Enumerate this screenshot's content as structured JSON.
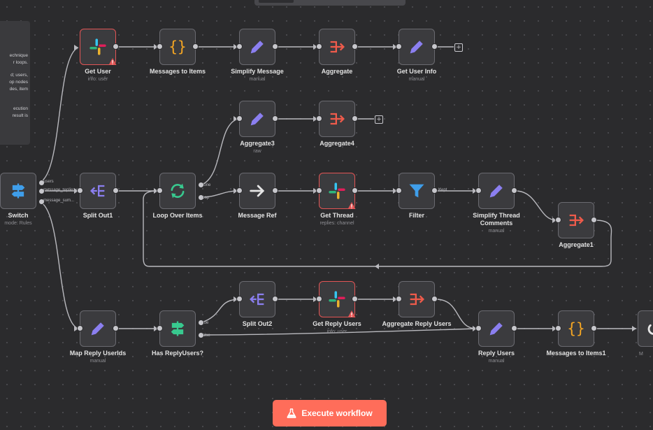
{
  "note": {
    "lines": [
      "echnique",
      "r loops.",
      "d; users,",
      "op nodes",
      "des, item",
      "ecution",
      "result is"
    ]
  },
  "nodes": {
    "get_user": {
      "label": "Get User",
      "sub": "info: user"
    },
    "messages_to_items": {
      "label": "Messages to Items",
      "sub": ""
    },
    "simplify_message": {
      "label": "Simplify Message",
      "sub": "manual"
    },
    "aggregate": {
      "label": "Aggregate",
      "sub": ""
    },
    "get_user_info": {
      "label": "Get User Info",
      "sub": "manual"
    },
    "aggregate3": {
      "label": "Aggregate3",
      "sub": "raw"
    },
    "aggregate4": {
      "label": "Aggregate4",
      "sub": ""
    },
    "switch": {
      "label": "Switch",
      "sub": "mode: Rules"
    },
    "split_out1": {
      "label": "Split Out1",
      "sub": ""
    },
    "loop_over_items": {
      "label": "Loop Over Items",
      "sub": ""
    },
    "message_ref": {
      "label": "Message Ref",
      "sub": ""
    },
    "get_thread": {
      "label": "Get Thread",
      "sub": "replies: channel"
    },
    "filter": {
      "label": "Filter",
      "sub": ""
    },
    "simplify_thread_comments": {
      "label": "Simplify Thread Comments",
      "sub": "manual"
    },
    "aggregate1": {
      "label": "Aggregate1",
      "sub": ""
    },
    "split_out2": {
      "label": "Split Out2",
      "sub": ""
    },
    "get_reply_users": {
      "label": "Get Reply Users",
      "sub": "info: user"
    },
    "aggregate_reply_users": {
      "label": "Aggregate Reply Users",
      "sub": ""
    },
    "map_reply_userids": {
      "label": "Map Reply UserIds",
      "sub": "manual"
    },
    "has_reply_users": {
      "label": "Has ReplyUsers?",
      "sub": ""
    },
    "reply_users": {
      "label": "Reply Users",
      "sub": "manual"
    },
    "messages_to_items1": {
      "label": "Messages to Items1",
      "sub": ""
    },
    "edge_node": {
      "label": "",
      "sub": "M"
    }
  },
  "edge_labels": {
    "switch_users": "users",
    "switch_message_replies": "message_replies",
    "switch_message_sum": "message_sum...",
    "loop_done": "done",
    "loop_loop": "loop",
    "filter_kept": "Kept",
    "if_true": "true",
    "if_false": "false"
  },
  "execute_button": {
    "label": "Execute workflow"
  },
  "colors": {
    "canvas": "#2b2b2d",
    "node": "#3b3b3e",
    "error_border": "#e25555",
    "pencil": "#8b7ff0",
    "code": "#f5a623",
    "aggregate": "#ef5b4b",
    "switch": "#3f9eea",
    "split": "#8b7ff0",
    "loop": "#38c98f",
    "filter": "#3f9eea",
    "if": "#38c98f",
    "execute": "#ff6d5a"
  }
}
